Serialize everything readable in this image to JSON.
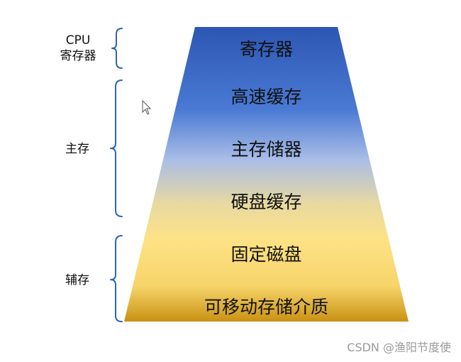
{
  "pyramid": {
    "layers": [
      "寄存器",
      "高速缓存",
      "主存储器",
      "硬盘缓存",
      "固定磁盘",
      "可移动存储介质"
    ]
  },
  "groups": {
    "cpu": {
      "line1": "CPU",
      "line2": "寄存器"
    },
    "main": {
      "label": "主存"
    },
    "aux": {
      "label": "辅存"
    }
  },
  "colors": {
    "top": "#2c56b3",
    "upper": "#4a7ad4",
    "middle": "#a9bde6",
    "transition": "#e8d9a2",
    "lower": "#fde286",
    "bottom": "#c99212",
    "brace": "#2e64b8"
  },
  "watermark": "CSDN @渔阳节度使"
}
